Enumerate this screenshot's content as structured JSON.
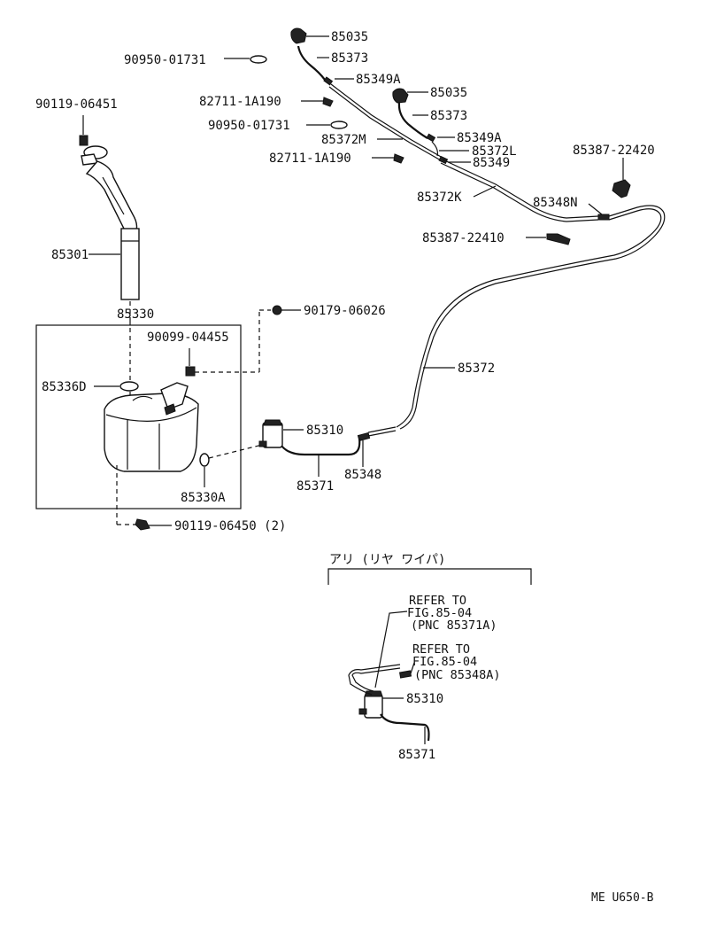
{
  "labels": {
    "p85035_top": "85035",
    "p90950_top": "90950-01731",
    "p85373_top": "85373",
    "p85349a_top": "85349A",
    "p85035_mid": "85035",
    "p82711_top": "82711-1A190",
    "p90119_06451": "90119-06451",
    "p85373_mid": "85373",
    "p90950_mid": "90950-01731",
    "p85349a_mid": "85349A",
    "p85372m": "85372M",
    "p85372l": "85372L",
    "p85387_22420": "85387-22420",
    "p82711_mid": "82711-1A190",
    "p85349": "85349",
    "p85372k": "85372K",
    "p85348n": "85348N",
    "p85387_22410": "85387-22410",
    "p85301": "85301",
    "p85330": "85330",
    "p90179": "90179-06026",
    "p90099": "90099-04455",
    "p85372": "85372",
    "p85336d": "85336D",
    "p85310": "85310",
    "p85348": "85348",
    "p85371": "85371",
    "p85330a": "85330A",
    "p90119_06450": "90119-06450 (2)",
    "p85310_rear": "85310",
    "p85371_rear": "85371"
  },
  "rear_section": {
    "header": "アリ (リヤ ワイパ)",
    "ref1_line1": "REFER TO",
    "ref1_line2": "FIG.85-04",
    "ref1_line3": "(PNC 85371A)",
    "ref2_line1": "REFER TO",
    "ref2_line2": "FIG.85-04",
    "ref2_line3": "(PNC 85348A)"
  },
  "footer": {
    "code": "ME  U650-B"
  }
}
